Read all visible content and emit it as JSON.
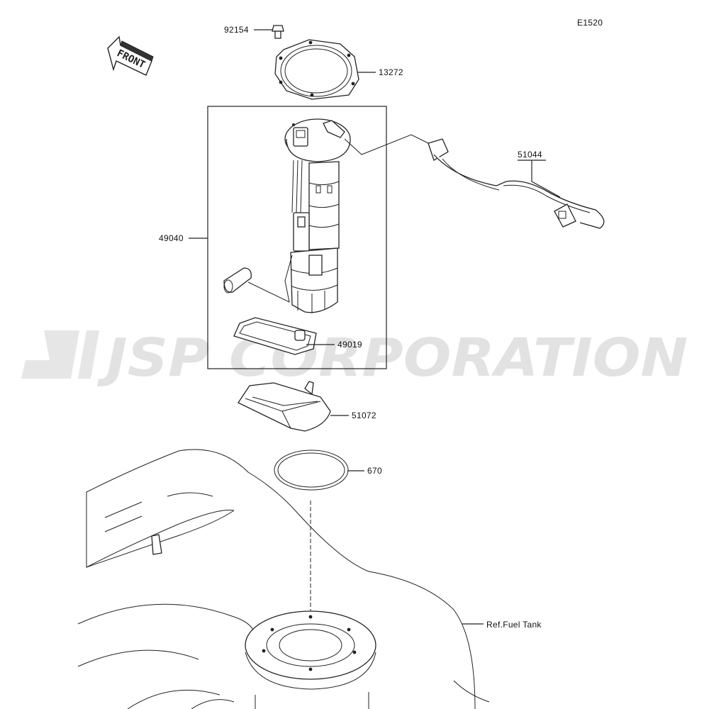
{
  "diagram": {
    "code": "E1520",
    "front_label": "FRONT",
    "watermark": "JSP CORPORATION",
    "parts": {
      "p92154": "92154",
      "p13272": "13272",
      "p51044": "51044",
      "p49040": "49040",
      "p49019": "49019",
      "p51072": "51072",
      "p670": "670",
      "ref_tank": "Ref.Fuel Tank"
    }
  }
}
